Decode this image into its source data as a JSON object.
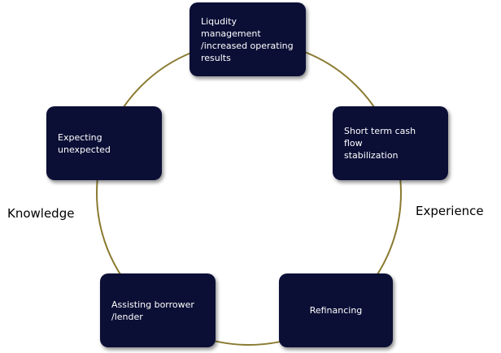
{
  "diagram": {
    "ring_color": "#8a7a30",
    "node_color": "#0b0f36",
    "nodes": [
      {
        "text": "Liqudity management\n/increased operating\nresults"
      },
      {
        "text": "Short term cash flow\nstabilization"
      },
      {
        "text": "Refinancing"
      },
      {
        "text": "Assisting borrower\n/lender"
      },
      {
        "text": "Expecting unexpected"
      }
    ],
    "labels": {
      "left": "Knowledge",
      "right": "Experience"
    }
  }
}
